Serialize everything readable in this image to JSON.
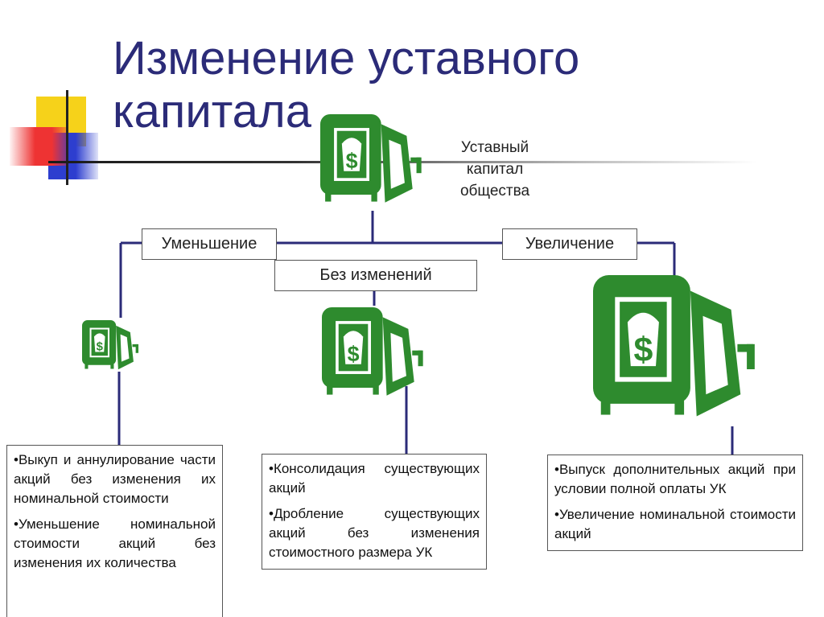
{
  "title": {
    "line1": "Изменение уставного",
    "line2": "капитала"
  },
  "root": {
    "line1": "Уставный",
    "line2": "капитал",
    "line3": "общества"
  },
  "branches": {
    "decrease": {
      "label": "Уменьшение",
      "items": [
        "•Выкуп и аннулирование части акций без изменения их номинальной стоимости",
        "•Уменьшение номинальной стоимости акций без изменения их количества"
      ]
    },
    "nochange": {
      "label": "Без изменений",
      "items": [
        "•Консолидация существующих акций",
        "•Дробление существующих акций без изменения стоимостного размера УК"
      ]
    },
    "increase": {
      "label": "Увеличение",
      "items": [
        "•Выпуск дополнительных акций при условии полной оплаты УК",
        "•Увеличение номинальной стоимости акций"
      ]
    }
  },
  "icons": {
    "safe": "money-safe-icon",
    "dollar": "$"
  },
  "colors": {
    "title": "#2b2b78",
    "safe": "#2e8b2e",
    "connector": "#2b2b78",
    "deco_yellow": "#f6d21a",
    "deco_red": "#ee3333",
    "deco_blue": "#2d3ecf"
  }
}
